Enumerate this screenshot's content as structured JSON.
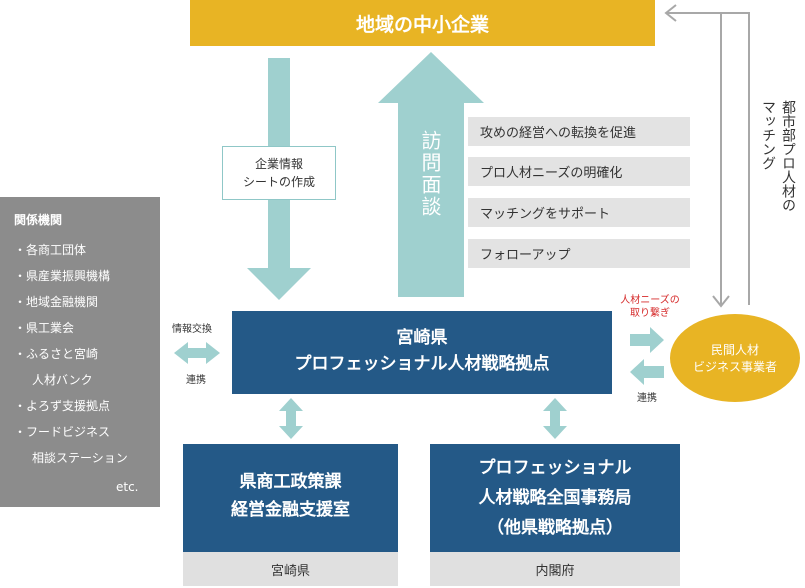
{
  "top_bar": {
    "title": "地域の中小企業"
  },
  "sidebar": {
    "title": "関係機関",
    "items": [
      "・各商工団体",
      "・県産業振興機構",
      "・地域金融機関",
      "・県工業会",
      "・ふるさと宮崎",
      "人材バンク",
      "・よろず支援拠点",
      "・フードビジネス",
      "相談ステーション",
      "etc."
    ]
  },
  "down_arrow_card": {
    "line1": "企業情報",
    "line2": "シートの作成"
  },
  "up_arrow_label": "訪問面談",
  "pills": [
    "攻めの経営への転換を促進",
    "プロ人材ニーズの明確化",
    "マッチングをサポート",
    "フォローアップ"
  ],
  "center_box": {
    "line1": "宮崎県",
    "line2": "プロフェッショナル人材戦略拠点"
  },
  "left_exchange": {
    "top": "情報交換",
    "bottom": "連携"
  },
  "right_exchange": {
    "top_line1": "人材ニーズの",
    "top_line2": "取り繋ぎ",
    "bottom": "連携"
  },
  "oval": {
    "line1": "民間人材",
    "line2": "ビジネス事業者"
  },
  "right_vertical_text": {
    "col1": "都市部プロ人材の",
    "col2": "マッチング"
  },
  "bottom_left": {
    "line1": "県商工政策課",
    "line2": "経営金融支援室",
    "footer": "宮崎県"
  },
  "bottom_right": {
    "line1": "プロフェッショナル",
    "line2": "人材戦略全国事務局",
    "line3": "（他県戦略拠点）",
    "footer": "内閣府"
  },
  "colors": {
    "gold": "#e8b424",
    "navy": "#245987",
    "teal": "#9fd0cf",
    "gray": "#8c8c8c"
  }
}
